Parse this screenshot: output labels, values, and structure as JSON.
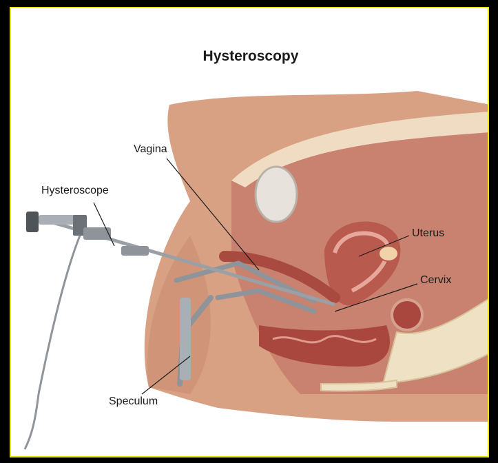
{
  "figure": {
    "title": "Hysteroscopy",
    "labels": {
      "vagina": "Vagina",
      "hysteroscope": "Hysteroscope",
      "uterus": "Uterus",
      "cervix": "Cervix",
      "speculum": "Speculum"
    }
  },
  "colors": {
    "border": "#f2e600",
    "skin": "#d9a184",
    "tissue": "#c9766b",
    "muscle": "#b85a4d",
    "bladder": "#e7e2dc",
    "bone": "#efe1c4",
    "instrument": "#9aa0a6"
  }
}
